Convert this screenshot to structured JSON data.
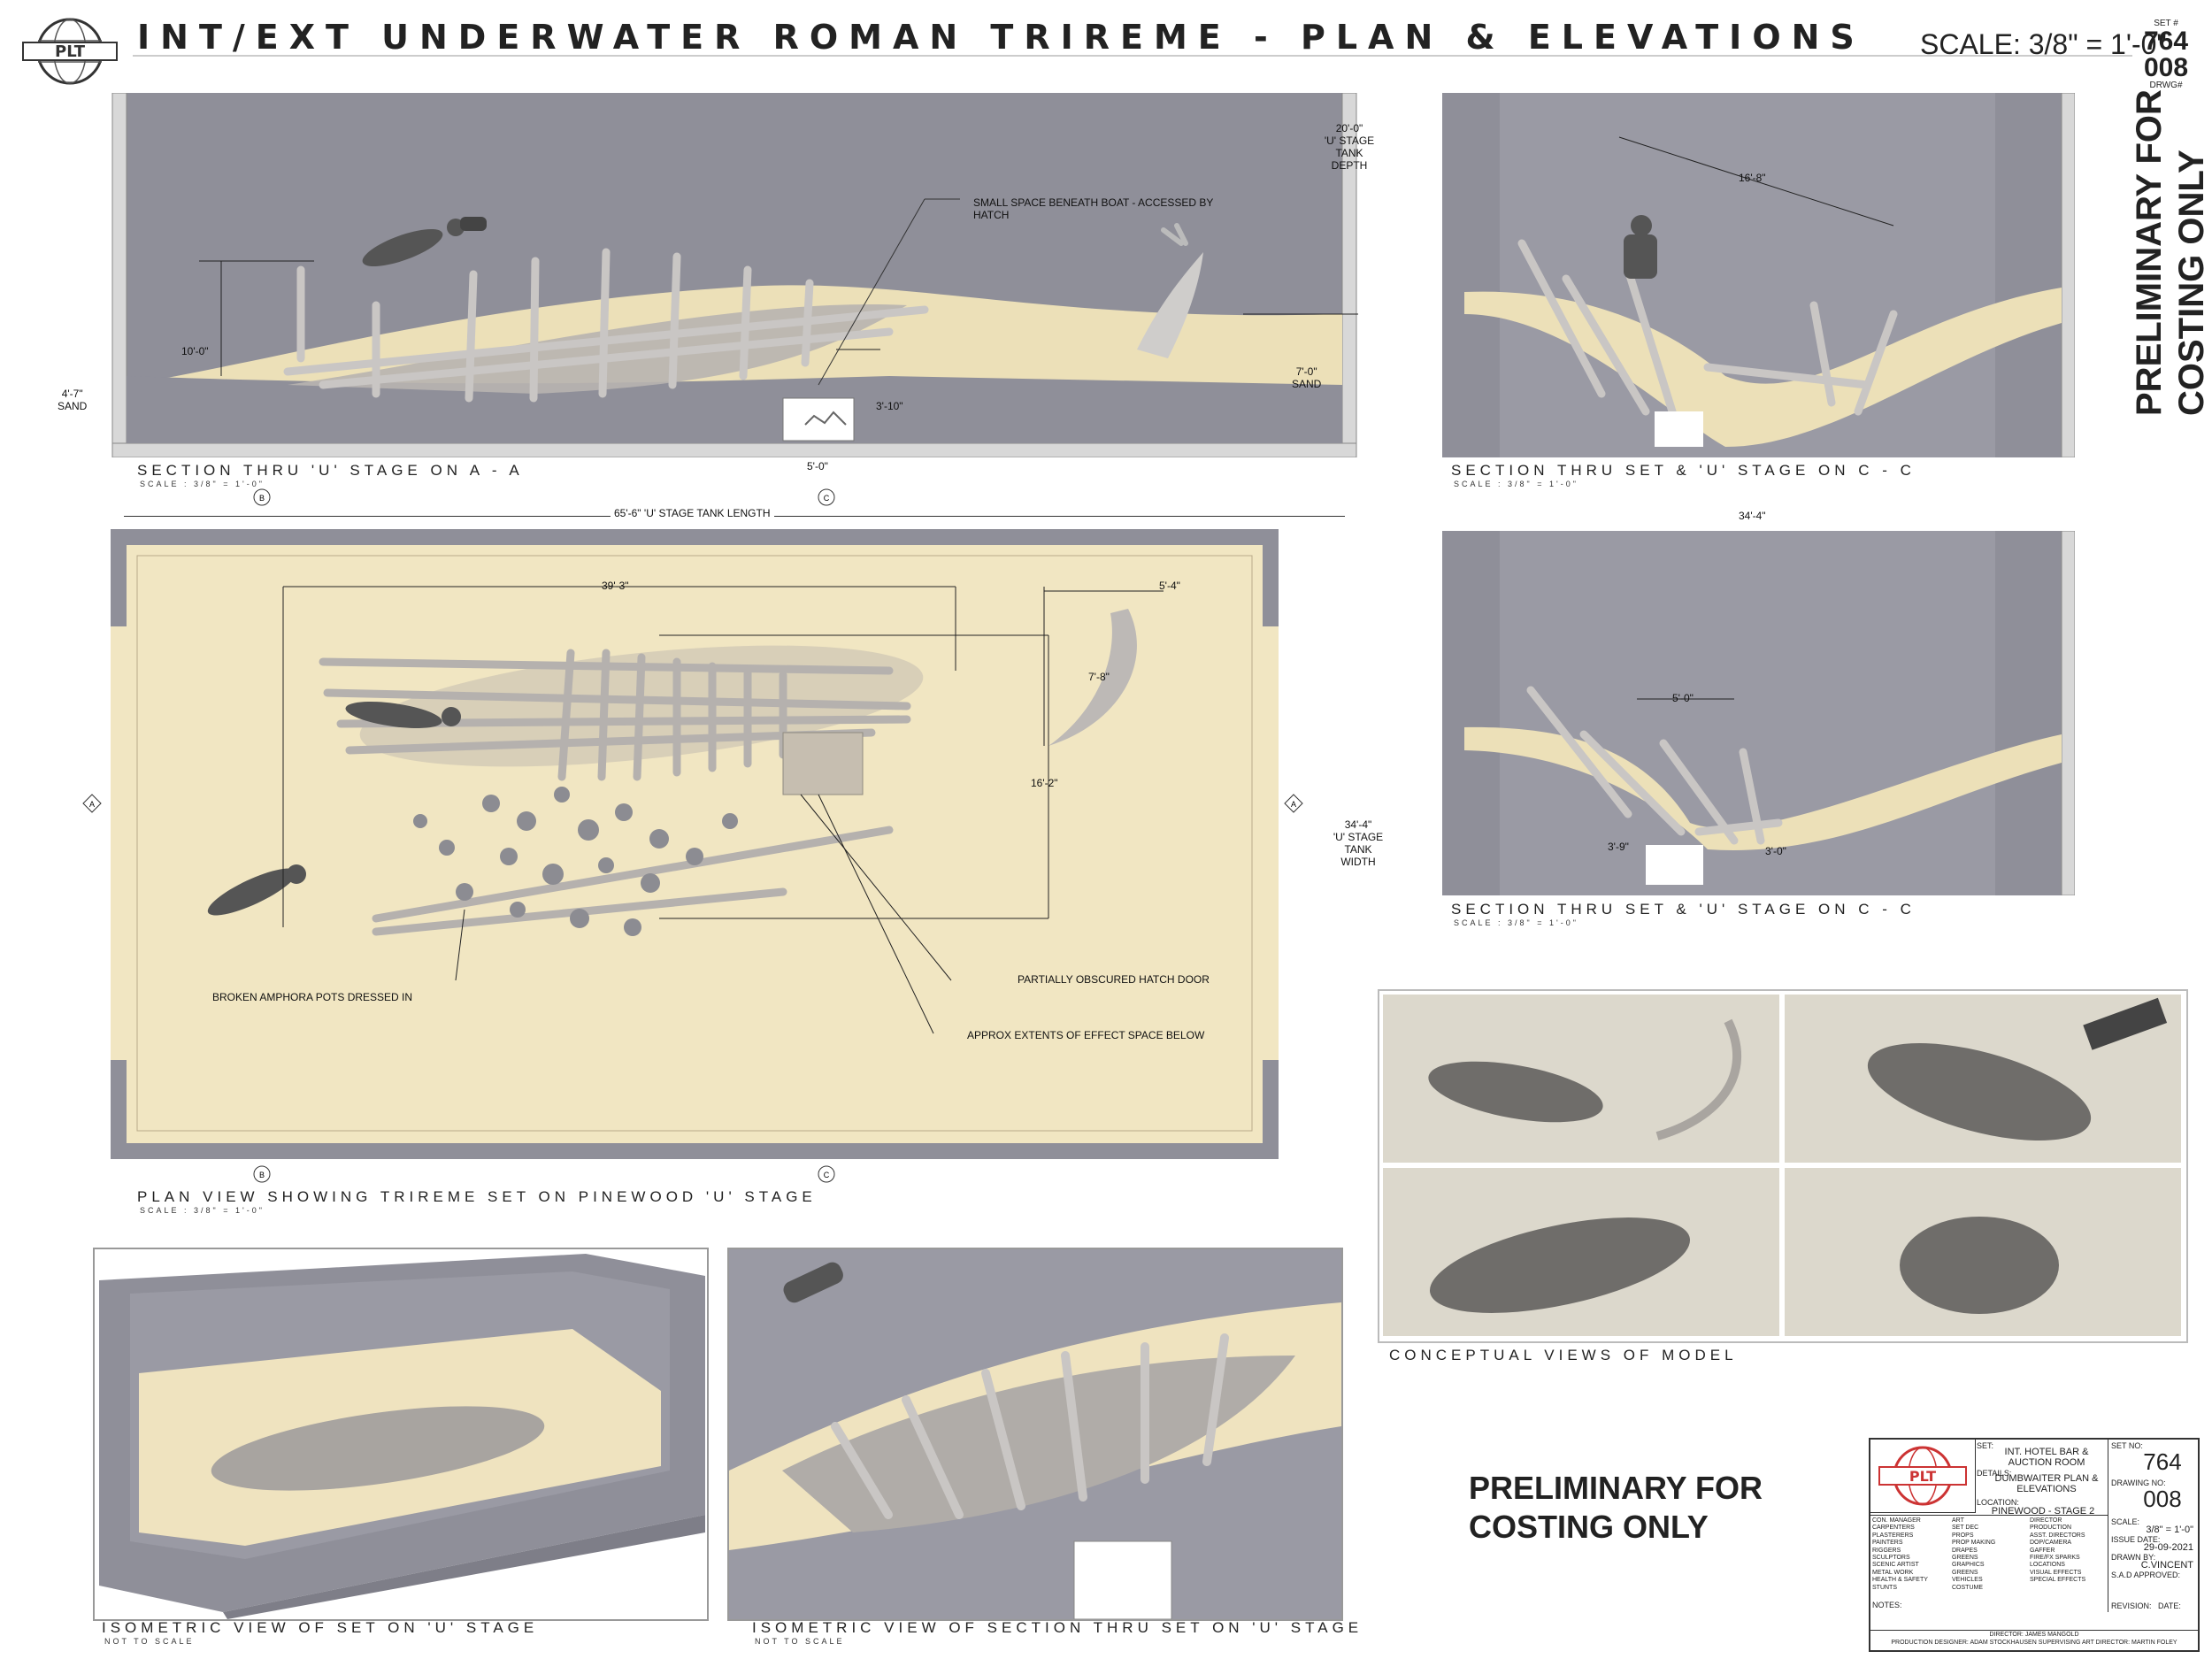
{
  "header": {
    "title": "INT/EXT UNDERWATER ROMAN TRIREME - PLAN & ELEVATIONS",
    "scale_text": "SCALE: 3/8\" = 1'-0\"",
    "logo_text": "PLT",
    "set_label": "SET #",
    "set_number": "764",
    "drawing_number": "008",
    "drwg_label": "DRWG#"
  },
  "stamps": {
    "vertical": "PRELIMINARY FOR COSTING ONLY",
    "bottom_line1": "PRELIMINARY FOR",
    "bottom_line2": "COSTING ONLY"
  },
  "section_aa": {
    "caption": "SECTION THRU 'U' STAGE ON   A   -   A",
    "scale": "SCALE : 3/8\" = 1'-0\"",
    "dims": {
      "depth": "20'-0\"\n'U' STAGE\nTANK\nDEPTH",
      "height_10": "10'-0\"",
      "sand_left": "4'-7\"\nSAND",
      "sand_right": "7'-0\"\nSAND",
      "hatch_height": "3'-10\"",
      "hatch_width": "5'-0\""
    },
    "note": "SMALL SPACE BENEATH BOAT - ACCESSED BY\nHATCH"
  },
  "section_cc1": {
    "caption": "SECTION THRU SET & 'U' STAGE ON   C   -   C",
    "scale": "SCALE : 3/8\" = 1'-0\"",
    "dims": {
      "diag": "16'-8\""
    }
  },
  "section_cc2": {
    "caption": "SECTION THRU SET & 'U' STAGE ON   C   -   C",
    "scale": "SCALE : 3/8\" = 1'-0\"",
    "dims": {
      "width": "34'-4\"",
      "inner": "5'-0\"",
      "left": "3'-9\"",
      "right": "3'-0\""
    }
  },
  "plan": {
    "caption": "PLAN VIEW SHOWING TRIREME SET ON PINEWOOD 'U' STAGE",
    "scale": "SCALE : 3/8\" = 1'-0\"",
    "dims": {
      "length": "65'-6\" 'U' STAGE TANK LENGTH",
      "ship": "39'-3\"",
      "beam": "16'-2\"",
      "statue_w": "5'-4\"",
      "statue_h": "7'-8\"",
      "width": "34'-4\"\n'U' STAGE\nTANK\nWIDTH"
    },
    "markers": {
      "a": "A",
      "b": "B",
      "c": "C"
    },
    "notes": {
      "amphora": "BROKEN AMPHORA POTS DRESSED IN",
      "hatch": "PARTIALLY OBSCURED HATCH DOOR",
      "effect": "APPROX EXTENTS OF EFFECT SPACE BELOW"
    }
  },
  "concept": {
    "caption": "CONCEPTUAL VIEWS OF MODEL"
  },
  "iso1": {
    "caption": "ISOMETRIC VIEW OF SET ON 'U' STAGE",
    "sub": "NOT TO SCALE"
  },
  "iso2": {
    "caption": "ISOMETRIC VIEW OF SECTION THRU SET ON 'U' STAGE",
    "sub": "NOT TO SCALE"
  },
  "title_block": {
    "set_label": "SET:",
    "set_value": "INT. HOTEL BAR & AUCTION ROOM",
    "details_label": "DETAILS:",
    "details_value": "DUMBWAITER PLAN & ELEVATIONS",
    "location_label": "LOCATION:",
    "location_value": "PINEWOOD - STAGE 2",
    "set_no_label": "SET NO:",
    "set_no": "764",
    "drawing_no_label": "DRAWING NO:",
    "drawing_no": "008",
    "scale_label": "SCALE:",
    "scale_value": "3/8\" = 1'-0\"",
    "issue_label": "ISSUE DATE:",
    "issue_value": "29-09-2021",
    "drawn_label": "DRAWN BY:",
    "drawn_value": "C.VINCENT",
    "sad_label": "S.A.D APPROVED:",
    "revision_label": "REVISION:",
    "date_label": "DATE:",
    "notes_label": "NOTES:",
    "director": "DIRECTOR: JAMES MANGOLD",
    "production": "PRODUCTION DESIGNER: ADAM STOCKHAUSEN     SUPERVISING ART DIRECTOR: MARTIN FOLEY",
    "dept_col1": [
      "CON. MANAGER",
      "CARPENTERS",
      "PLASTERERS",
      "PAINTERS",
      "RIGGERS",
      "SCULPTORS",
      "SCENIC ARTIST",
      "METAL WORK",
      "HEALTH & SAFETY",
      "STUNTS"
    ],
    "dept_col2": [
      "ART",
      "SET DEC",
      "PROPS",
      "PROP MAKING",
      "DRAPES",
      "GREENS",
      "GRAPHICS",
      "GREENS",
      "VEHICLES",
      "COSTUME"
    ],
    "dept_col3": [
      "DIRECTOR",
      "PRODUCTION",
      "ASST. DIRECTORS",
      "DOP/CAMERA",
      "GAFFER",
      "FIRE/FX SPARKS",
      "LOCATIONS",
      "VISUAL EFFECTS",
      "SPECIAL EFFECTS",
      ""
    ]
  }
}
